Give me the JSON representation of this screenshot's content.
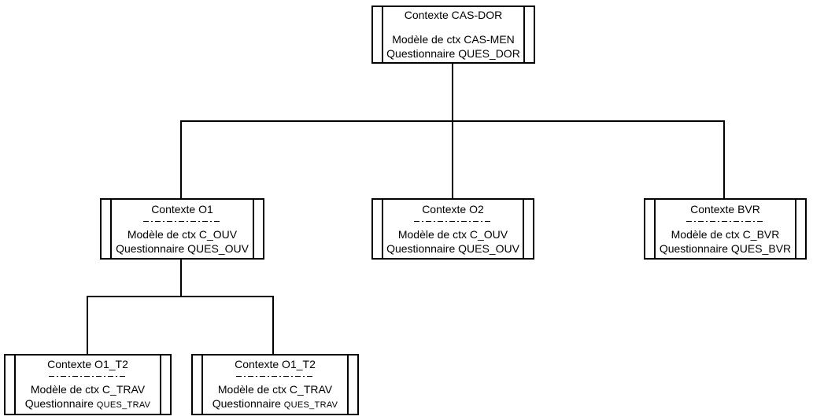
{
  "diagram": {
    "type": "hierarchy-tree",
    "colors": {
      "line": "#000000",
      "text": "#000000",
      "background": "#ffffff"
    },
    "nodes": {
      "root": {
        "title": "Contexte CAS-DOR",
        "model": "Modèle de ctx CAS-MEN",
        "questionnaire_label": "Questionnaire",
        "questionnaire_value": "QUES_DOR"
      },
      "o1": {
        "title": "Contexte O1",
        "model": "Modèle de ctx C_OUV",
        "questionnaire_label": "Questionnaire",
        "questionnaire_value": "QUES_OUV"
      },
      "o2": {
        "title": "Contexte O2",
        "model": "Modèle de ctx C_OUV",
        "questionnaire_label": "Questionnaire",
        "questionnaire_value": "QUES_OUV"
      },
      "bvr": {
        "title": "Contexte BVR",
        "model": "Modèle de ctx C_BVR",
        "questionnaire_label": "Questionnaire",
        "questionnaire_value": "QUES_BVR"
      },
      "t2a": {
        "title": "Contexte O1_T2",
        "model": "Modèle de ctx C_TRAV",
        "questionnaire_label": "Questionnaire",
        "questionnaire_value": "QUES_TRAV"
      },
      "t2b": {
        "title": "Contexte O1_T2",
        "model": "Modèle de ctx C_TRAV",
        "questionnaire_label": "Questionnaire",
        "questionnaire_value": "QUES_TRAV"
      }
    },
    "edges": [
      {
        "from": "root",
        "to": "o1"
      },
      {
        "from": "root",
        "to": "o2"
      },
      {
        "from": "root",
        "to": "bvr"
      },
      {
        "from": "o1",
        "to": "t2a"
      },
      {
        "from": "o1",
        "to": "t2b"
      }
    ]
  }
}
